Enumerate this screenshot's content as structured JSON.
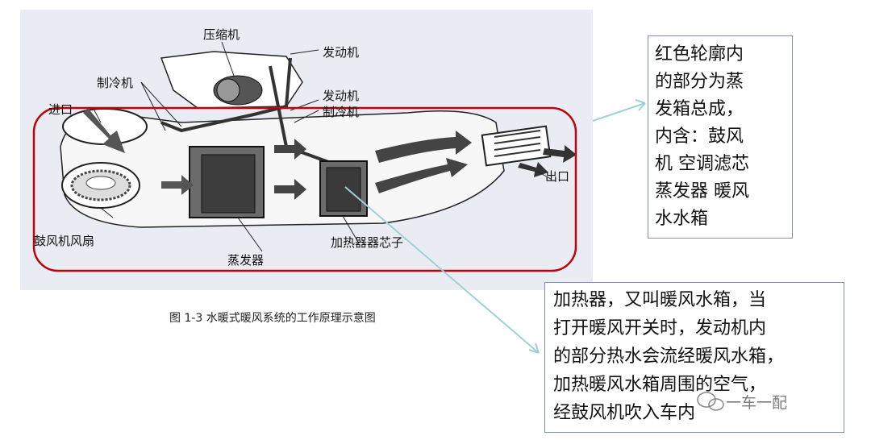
{
  "diagram_labels": {
    "compressor": "压缩机",
    "engine_top": "发动机",
    "refrigerant_left": "制冷机",
    "engine_mid": "发动机",
    "refrigerant_mid": "制冷机",
    "inlet": "进口",
    "outlet": "出口",
    "blower_fan": "鼓风机风扇",
    "evaporator": "蒸发器",
    "heater_core": "加热器器芯子"
  },
  "caption": "图 1-3 水暖式暖风系统的工作原理示意图",
  "callout_evaporator": {
    "lines": [
      "红色轮廓内",
      "的部分为蒸",
      "发箱总成，",
      "内含：鼓风",
      "机 空调滤芯",
      "蒸发器  暖风",
      "水水箱"
    ]
  },
  "callout_heater": {
    "lines": [
      "加热器，又叫暖风水箱，当",
      "打开暖风开关时，发动机内",
      "的部分热水会流经暖风水箱，",
      "加热暖风水箱周围的空气，",
      "经鼓风机吹入车内"
    ]
  },
  "watermark": "一车一配",
  "colors": {
    "outline": "#c0000a",
    "arrow": "#9fd0d6",
    "panel": "#e9edf3"
  }
}
